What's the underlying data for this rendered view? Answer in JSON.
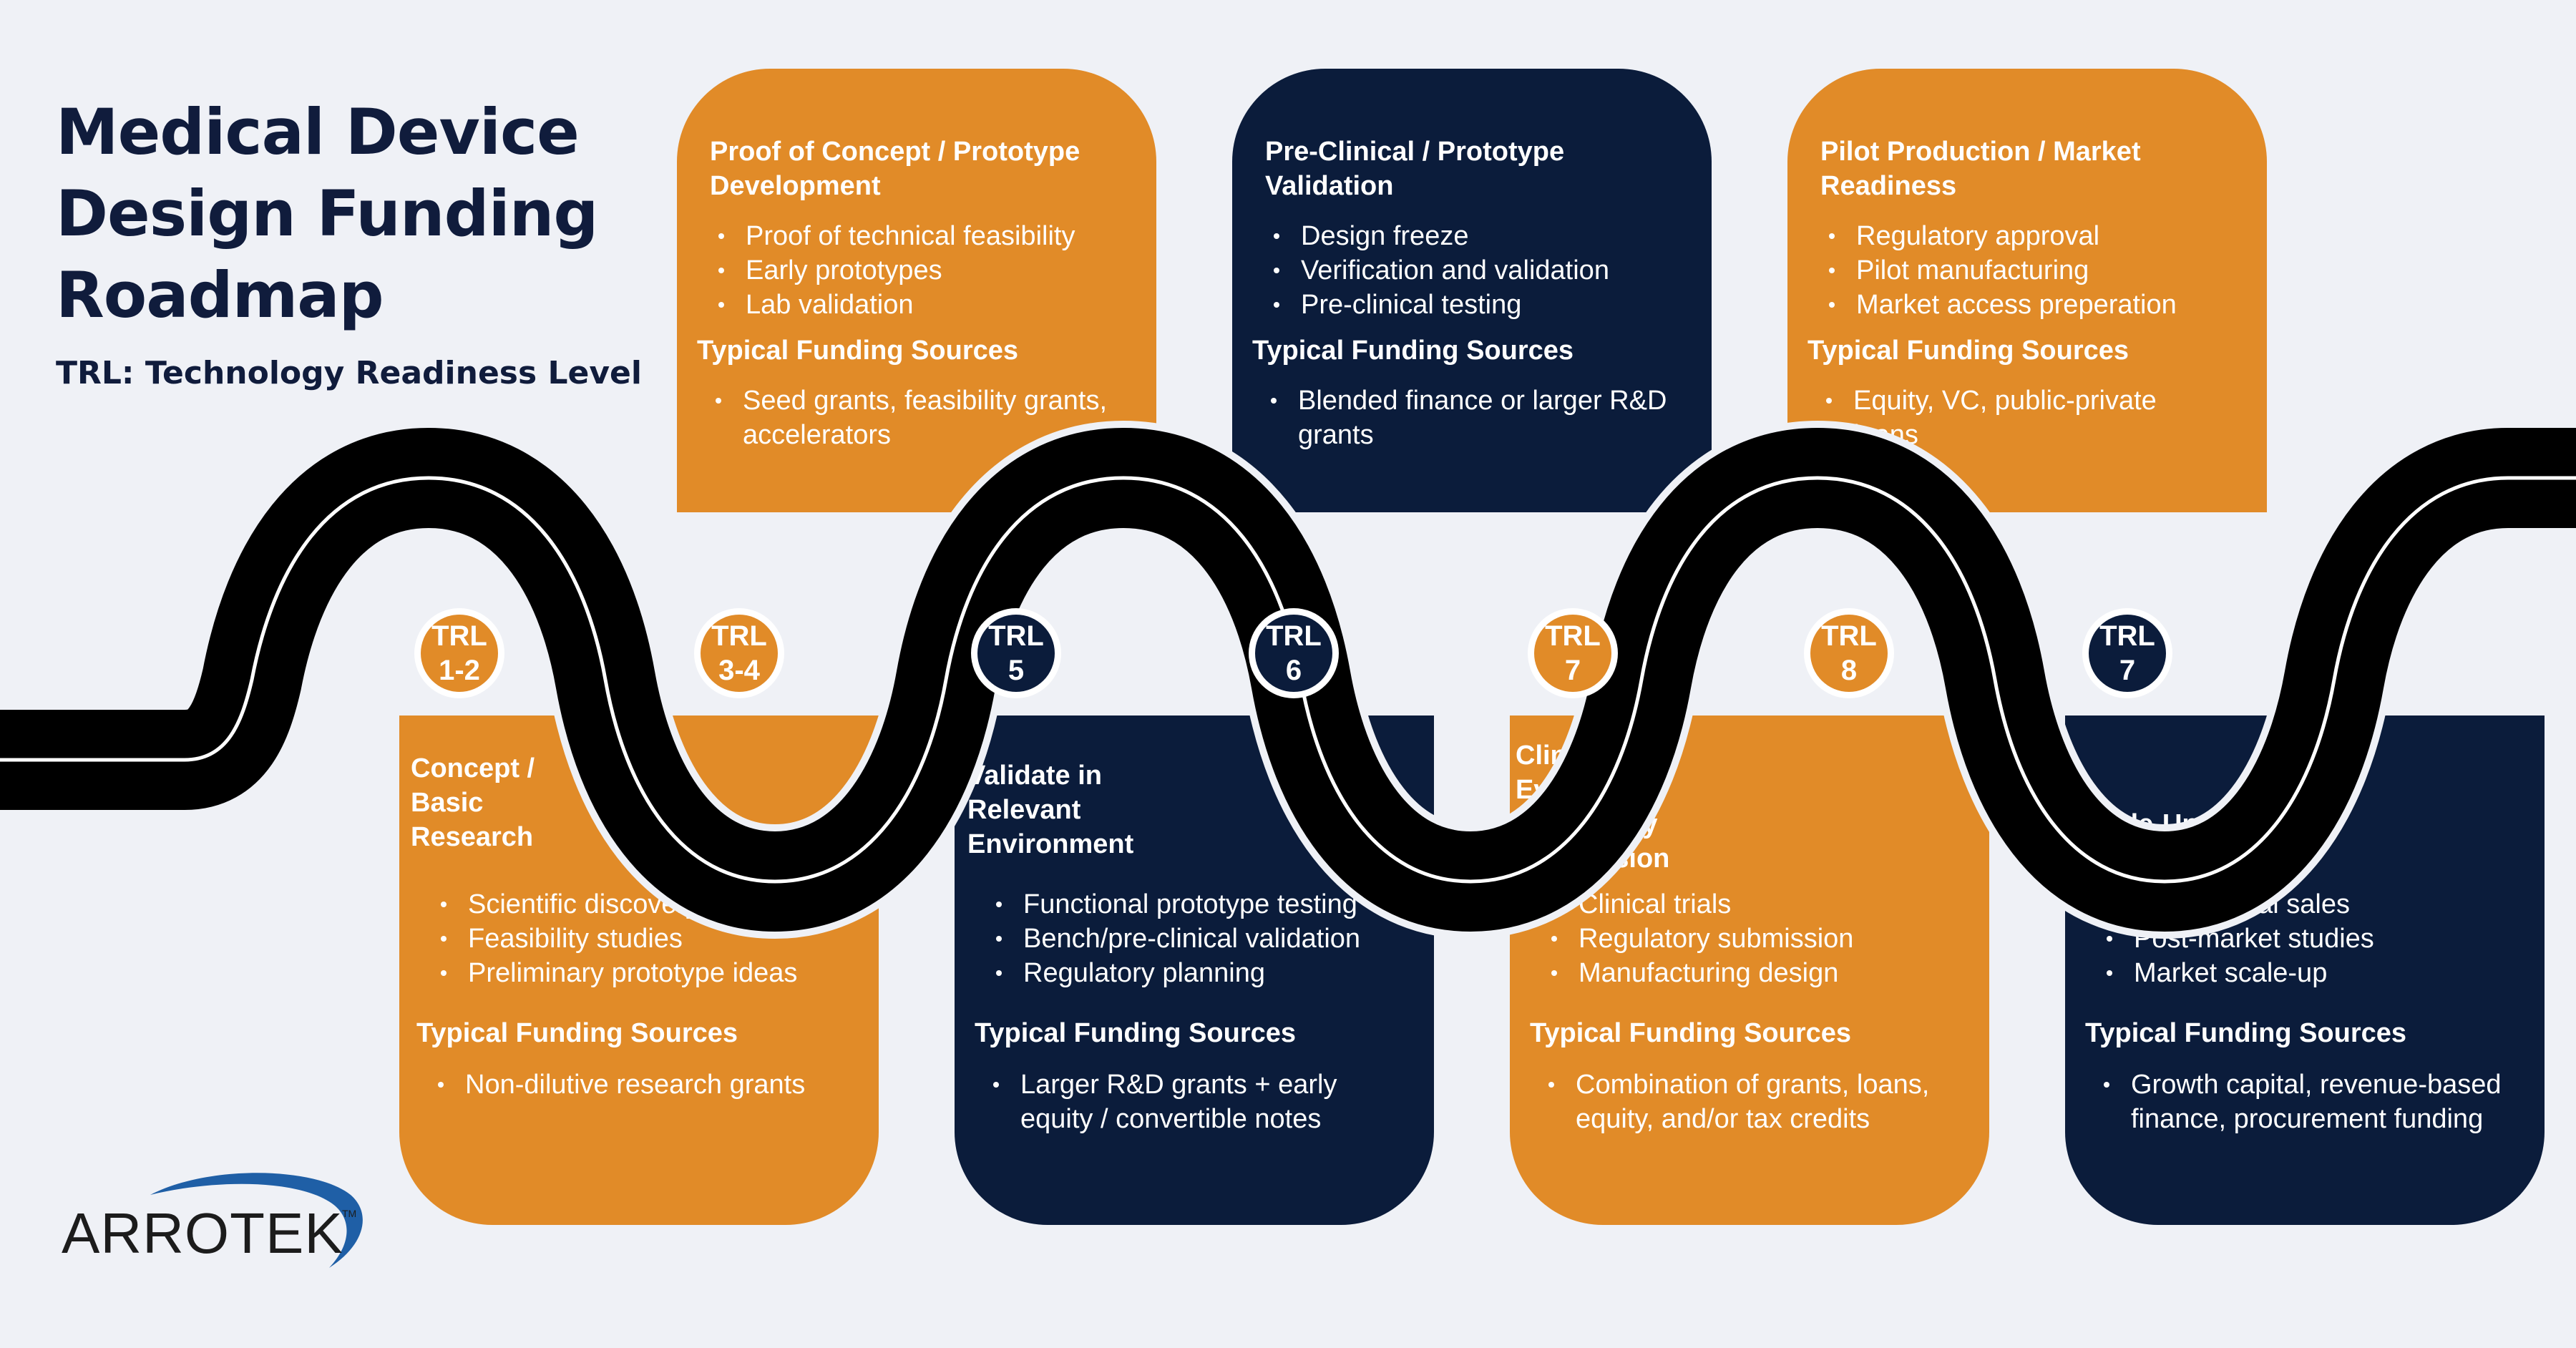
{
  "header": {
    "title": "Medical Device Design Funding Roadmap",
    "subtitle": "TRL: Technology Readiness Level"
  },
  "colors": {
    "orange": "#e18b28",
    "navy": "#0b1c3b",
    "road": "#000000",
    "background": "#eff1f6"
  },
  "stages": [
    {
      "trl_label": "TRL",
      "trl_level": "1-2",
      "color": "orange",
      "position": "bottom",
      "title": "Concept / Basic Research",
      "items": [
        "Scientific discovery",
        "Feasibility studies",
        "Preliminary prototype ideas"
      ],
      "funding_label": "Typical Funding Sources",
      "funding": [
        "Non-dilutive research grants"
      ]
    },
    {
      "trl_label": "TRL",
      "trl_level": "3-4",
      "color": "orange",
      "position": "top",
      "title": "Proof of Concept / Prototype Development",
      "items": [
        "Proof of technical feasibility",
        "Early prototypes",
        "Lab validation"
      ],
      "funding_label": "Typical Funding Sources",
      "funding": [
        "Seed grants, feasibility grants, accelerators"
      ]
    },
    {
      "trl_label": "TRL",
      "trl_level": "5",
      "color": "navy",
      "position": "bottom",
      "title": "Validate in Relevant Environment",
      "items": [
        "Functional prototype testing",
        "Bench/pre-clinical validation",
        "Regulatory planning"
      ],
      "funding_label": "Typical Funding Sources",
      "funding": [
        "Larger R&D grants + early equity / convertible notes"
      ]
    },
    {
      "trl_label": "TRL",
      "trl_level": "6",
      "color": "navy",
      "position": "top",
      "title": "Pre-Clinical / Prototype Validation",
      "items": [
        "Design freeze",
        "Verification and validation",
        "Pre-clinical testing"
      ],
      "funding_label": "Typical Funding Sources",
      "funding": [
        "Blended finance or larger R&D grants"
      ]
    },
    {
      "trl_label": "TRL",
      "trl_level": "7",
      "color": "orange",
      "position": "bottom",
      "title": "Clinical Evaluation / Regulatory Submission",
      "items": [
        "Clinical trials",
        "Regulatory submission",
        "Manufacturing design"
      ],
      "funding_label": "Typical Funding Sources",
      "funding": [
        "Combination of grants, loans, equity, and/or tax credits"
      ]
    },
    {
      "trl_label": "TRL",
      "trl_level": "8",
      "color": "orange",
      "position": "top",
      "title": "Pilot Production / Market Readiness",
      "items": [
        "Regulatory approval",
        "Pilot manufacturing",
        "Market access preperation"
      ],
      "funding_label": "Typical Funding Sources",
      "funding": [
        "Equity, VC, public-private loans"
      ]
    },
    {
      "trl_label": "TRL",
      "trl_level": "7",
      "color": "navy",
      "position": "bottom",
      "title": "Scale-Up Manufacturing",
      "items": [
        "Commercial sales",
        "Post-market studies",
        "Market scale-up"
      ],
      "funding_label": "Typical Funding Sources",
      "funding": [
        "Growth capital, revenue-based finance, procurement funding"
      ]
    }
  ],
  "logo": {
    "text": "ARROTEK",
    "tm": "TM",
    "icon": "swoosh-arc-icon"
  }
}
